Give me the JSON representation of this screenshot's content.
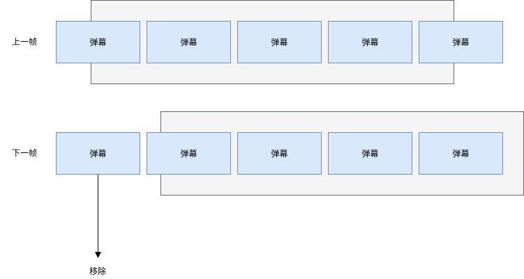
{
  "frames": [
    {
      "label": "上一帧",
      "items": [
        "弹幕",
        "弹幕",
        "弹幕",
        "弹幕",
        "弹幕"
      ]
    },
    {
      "label": "下一帧",
      "items": [
        "弹幕",
        "弹幕",
        "弹幕",
        "弹幕",
        "弹幕"
      ]
    }
  ],
  "remove_label": "移除",
  "colors": {
    "viewport_fill": "#f5f5f5",
    "viewport_border": "#666666",
    "danmaku_fill": "#dae8fc",
    "danmaku_border": "#6c8ebf"
  }
}
